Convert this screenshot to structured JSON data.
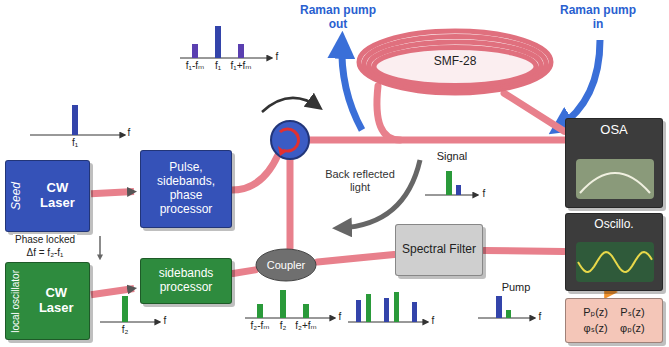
{
  "diagram": {
    "nodes": [
      {
        "text": [
          "Seed",
          "CW Laser"
        ]
      },
      {
        "text": [
          "Pulse, sidebands, phase processor"
        ]
      },
      {
        "text": [
          "SMF-28"
        ]
      },
      {
        "text": [
          "OSA"
        ]
      },
      {
        "text": [
          "local oscillator",
          "CW Laser"
        ]
      },
      {
        "text": [
          "sidebands processor"
        ]
      },
      {
        "text": [
          "Coupler"
        ]
      },
      {
        "text": [
          "Spectral Filter"
        ]
      },
      {
        "text": [
          "Oscillo."
        ]
      },
      {
        "text": [
          "Pₚ(z)",
          "Pₛ(z)",
          "φₛ(z)",
          "φₚ(z)"
        ]
      }
    ],
    "edges": [
      {
        "from": 0,
        "to": 1,
        "arrow": "to"
      },
      {
        "from": 2,
        "to": 3,
        "arrow": "none"
      },
      {
        "from": 4,
        "to": 5,
        "arrow": "to"
      },
      {
        "from": 5,
        "to": 6,
        "arrow": "none"
      },
      {
        "from": 6,
        "to": 7,
        "arrow": "none"
      },
      {
        "from": 7,
        "to": 8,
        "arrow": "none"
      },
      {
        "from": 8,
        "to": 9,
        "arrow": "to"
      }
    ],
    "labels": [
      "Phase locked",
      "Δf = f₂-f₁",
      "f₁",
      "f",
      "f₁-fₘ",
      "f₁",
      "f₁+fₘ",
      "f",
      "f₂",
      "f",
      "f₂-fₘ",
      "f₂",
      "f₂+fₘ",
      "f",
      "Back reflected light",
      "Signal",
      "f",
      "f",
      "Pump",
      "f",
      "Raman pump out",
      "Raman pump in"
    ]
  }
}
